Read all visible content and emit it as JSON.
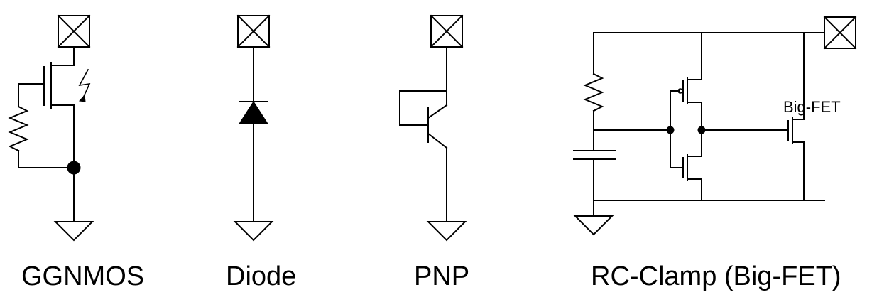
{
  "labels": {
    "ggnmos": "GGNMOS",
    "diode": "Diode",
    "pnp": "PNP",
    "rc_clamp": "RC-Clamp (Big-FET)",
    "big_fet": "Big-FET"
  }
}
